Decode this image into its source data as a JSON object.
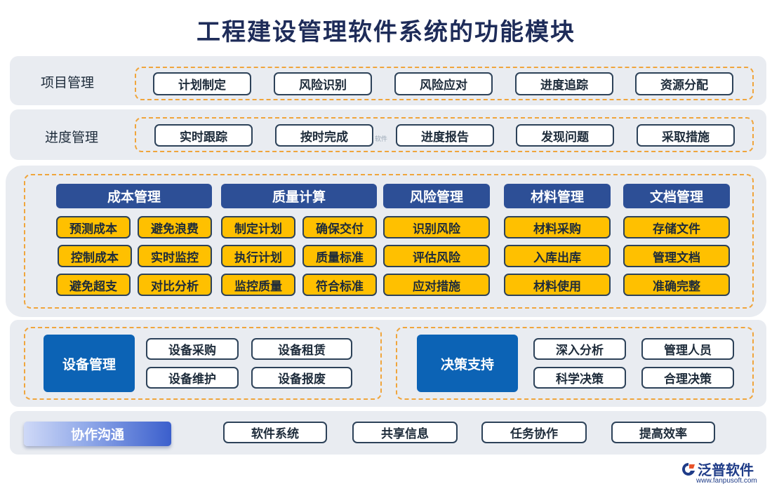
{
  "title": "工程建设管理软件系统的功能模块",
  "project": {
    "label": "项目管理",
    "items": [
      "计划制定",
      "风险识别",
      "风险应对",
      "进度追踪",
      "资源分配"
    ]
  },
  "progress": {
    "label": "进度管理",
    "items": [
      "实时跟踪",
      "按时完成",
      "进度报告",
      "发现问题",
      "采取措施"
    ]
  },
  "watermark": "软件",
  "modules": [
    {
      "title": "成本管理",
      "items": [
        "预测成本",
        "避免浪费",
        "控制成本",
        "实时监控",
        "避免超支",
        "对比分析"
      ]
    },
    {
      "title": "质量计算",
      "items": [
        "制定计划",
        "确保交付",
        "执行计划",
        "质量标准",
        "监控质量",
        "符合标准"
      ]
    },
    {
      "title": "风险管理",
      "items": [
        "识别风险",
        "评估风险",
        "应对措施"
      ]
    },
    {
      "title": "材料管理",
      "items": [
        "材料采购",
        "入库出库",
        "材料使用"
      ]
    },
    {
      "title": "文档管理",
      "items": [
        "存储文件",
        "管理文档",
        "准确完整"
      ]
    }
  ],
  "equipment": {
    "title": "设备管理",
    "items": [
      "设备采购",
      "设备租赁",
      "设备维护",
      "设备报废"
    ]
  },
  "decision": {
    "title": "决策支持",
    "items": [
      "深入分析",
      "管理人员",
      "科学决策",
      "合理决策"
    ]
  },
  "collab": {
    "title": "协作沟通",
    "items": [
      "软件系统",
      "共享信息",
      "任务协作",
      "提高效率"
    ]
  },
  "logo": {
    "name": "泛普软件",
    "url": "www.fanpusoft.com",
    "icon": "fanpu-logo-icon",
    "color": "#1f3c88"
  },
  "colors": {
    "accent_blue": "#2d4f96",
    "yellow": "#ffc000",
    "dashed_orange": "#f0a53c",
    "deep_blue": "#0c63b5"
  }
}
